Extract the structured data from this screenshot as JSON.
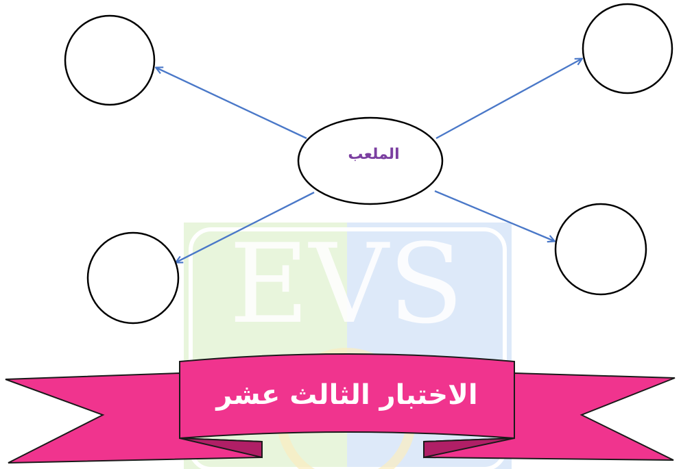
{
  "diagram": {
    "center_label": "الملعب",
    "branches": [
      {
        "id": "top-left",
        "label": ""
      },
      {
        "id": "top-right",
        "label": ""
      },
      {
        "id": "bottom-left",
        "label": ""
      },
      {
        "id": "bottom-right",
        "label": ""
      }
    ]
  },
  "banner": {
    "title": "الاختبار  الثالث عشر"
  },
  "watermark": {
    "logo_text": "EVS"
  },
  "colors": {
    "arrow": "#4a78c8",
    "center_text": "#7b3fa0",
    "banner_fill": "#f0348e",
    "banner_text": "#ffffff",
    "outline": "#000000",
    "watermark_green": "#d9f0c8",
    "watermark_blue": "#c9dcf5"
  }
}
